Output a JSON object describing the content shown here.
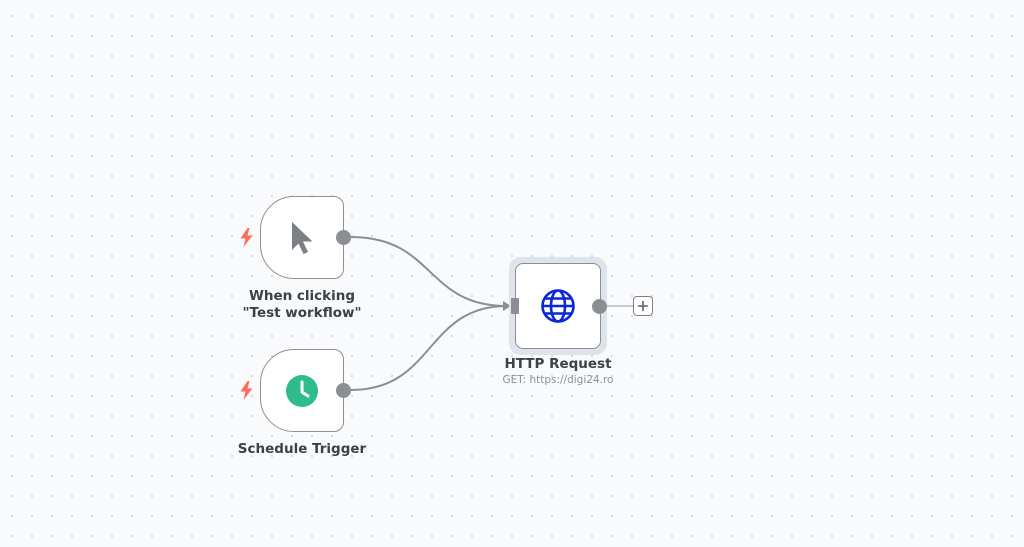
{
  "workflow": {
    "nodes": [
      {
        "id": "manual",
        "label": "When clicking \"Test workflow\"",
        "icon": "cursor-arrow-icon",
        "trigger": true
      },
      {
        "id": "schedule",
        "label": "Schedule Trigger",
        "icon": "clock-icon",
        "trigger": true
      },
      {
        "id": "http",
        "label": "HTTP Request",
        "subtitle": "GET: https://digi24.ro",
        "icon": "globe-icon",
        "trigger": false
      }
    ],
    "connections": [
      {
        "from": "When clicking \"Test workflow\"",
        "to": "HTTP Request"
      },
      {
        "from": "Schedule Trigger",
        "to": "HTTP Request"
      }
    ]
  },
  "colors": {
    "canvas_background": "#f9fafb",
    "grid_dot": "#cfd3d8",
    "node_border": "#8c8f94",
    "trigger_bolt": "#ff6d5a",
    "schedule_icon": "#2fbc8b",
    "http_icon": "#0a27d8",
    "connection_line": "#8b8e93",
    "selected_highlight": "#dfe3ec",
    "label_text": "#3d4046",
    "subtitle_text": "#8d9096"
  }
}
